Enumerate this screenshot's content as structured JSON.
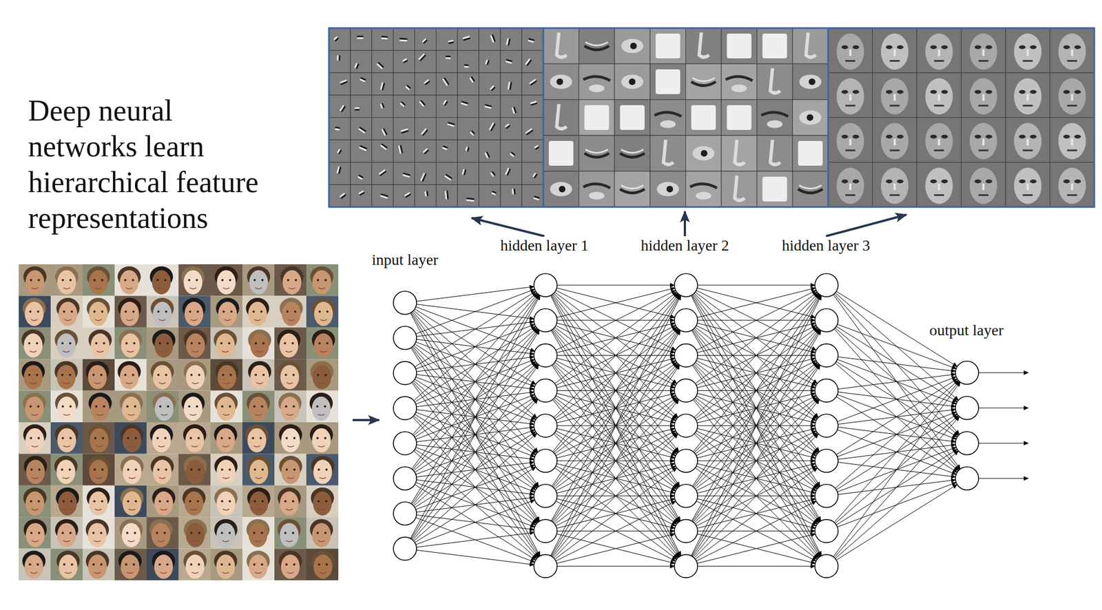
{
  "diagram": {
    "title": "Deep neural networks learn hierarchical feature representations",
    "labels": [
      "input layer",
      "hidden layer 1",
      "hidden layer 2",
      "hidden layer 3",
      "output layer"
    ]
  }
}
